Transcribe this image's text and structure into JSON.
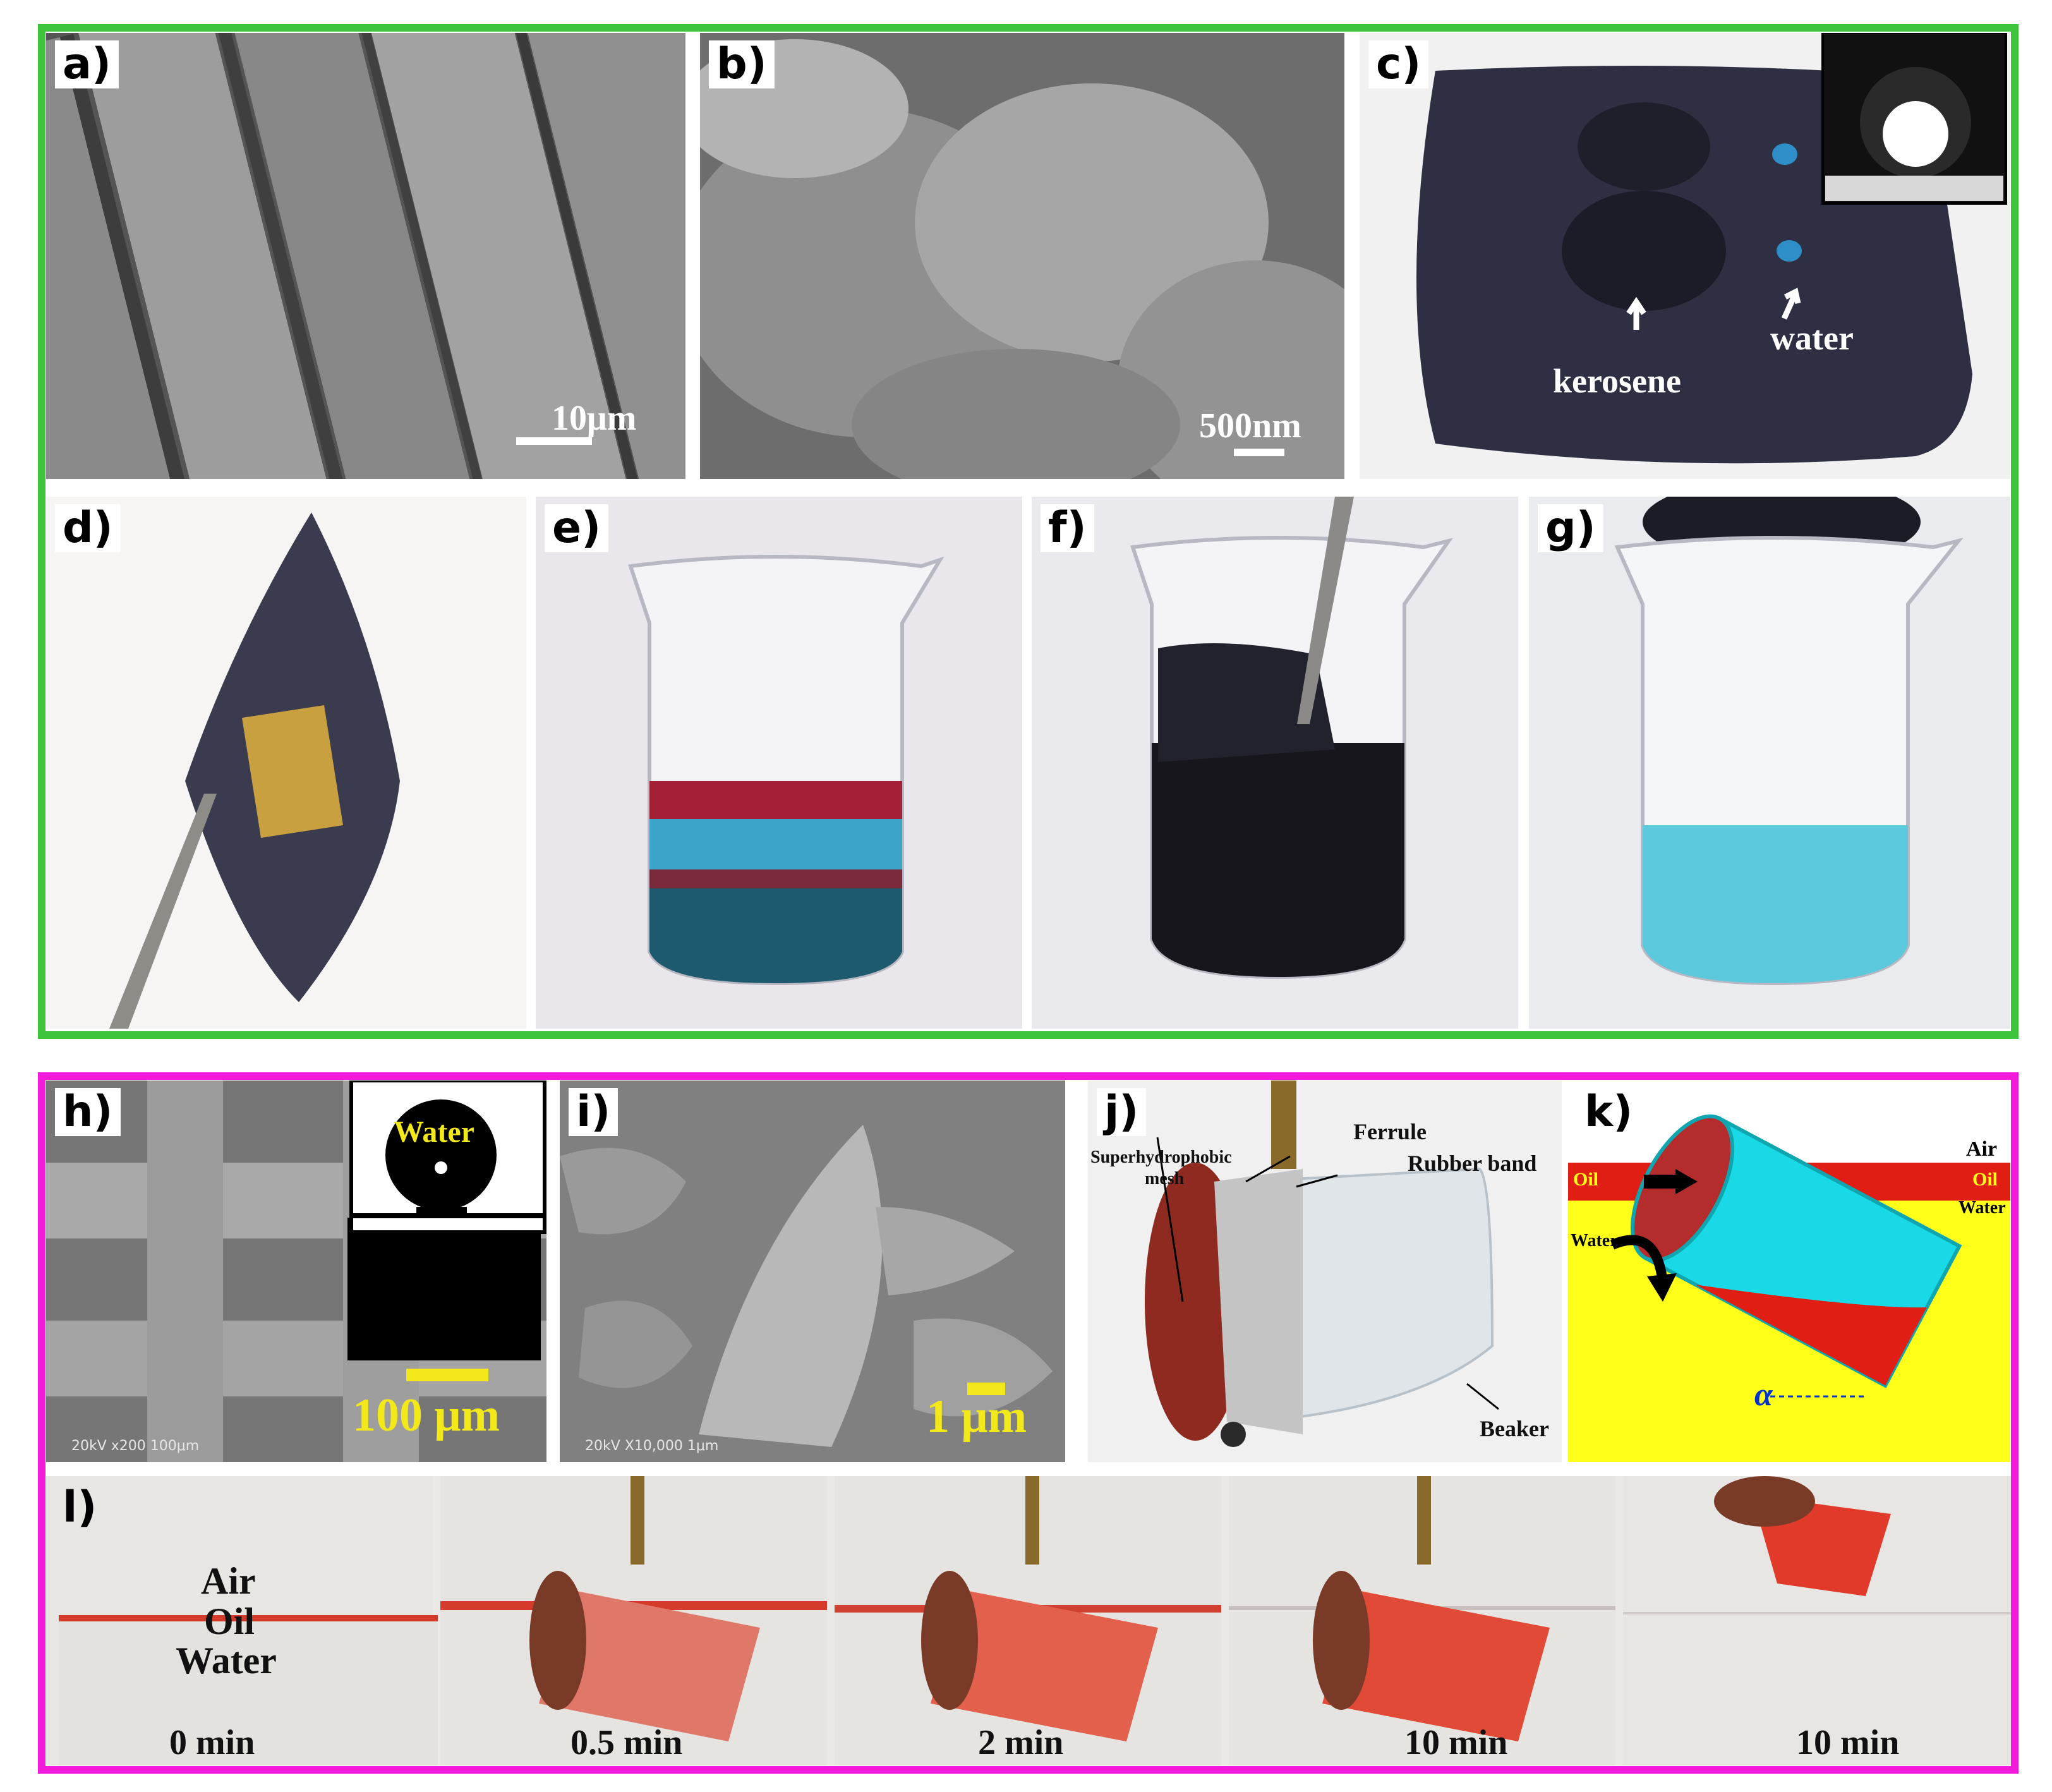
{
  "figure": {
    "colors": {
      "top_frame": "#3ec43b",
      "bottom_frame": "#f21bdc",
      "scalebar_yellow": "#f2e81a",
      "oil_red": "#e01e14",
      "water_yellow": "#ffff1a",
      "water_cyan": "#1ad9e6",
      "blue_dye": "#35a9cc"
    },
    "panels": {
      "a": {
        "label": "a)",
        "scale_bar": "10μm"
      },
      "b": {
        "label": "b)",
        "scale_bar": "500nm"
      },
      "c": {
        "label": "c)",
        "annotations": {
          "kerosene": "kerosene",
          "water": "water"
        }
      },
      "d": {
        "label": "d)"
      },
      "e": {
        "label": "e)"
      },
      "f": {
        "label": "f)"
      },
      "g": {
        "label": "g)"
      },
      "h": {
        "label": "h)",
        "inset_text": "Water",
        "scale_bar": "100 μm",
        "sem_footer": "20kV   x200  100μm"
      },
      "i": {
        "label": "i)",
        "scale_bar": "1 μm",
        "sem_footer": "20kV   X10,000   1μm"
      },
      "j": {
        "label": "j)",
        "annotations": {
          "ferrule": "Ferrule",
          "superhydrophobic_mesh_1": "Superhydrophobic",
          "superhydrophobic_mesh_2": "mesh",
          "rubber_band": "Rubber band",
          "beaker": "Beaker"
        }
      },
      "k": {
        "label": "k)",
        "layers": {
          "air": "Air",
          "oil": "Oil",
          "water": "Water"
        },
        "arrows": {
          "oil": "Oil",
          "water": "Water"
        },
        "angle_symbol": "α"
      },
      "l": {
        "label": "l)",
        "layers": {
          "air": "Air",
          "oil": "Oil",
          "water": "Water"
        },
        "times": [
          "0 min",
          "0.5 min",
          "2 min",
          "10 min",
          "10 min"
        ]
      }
    }
  }
}
